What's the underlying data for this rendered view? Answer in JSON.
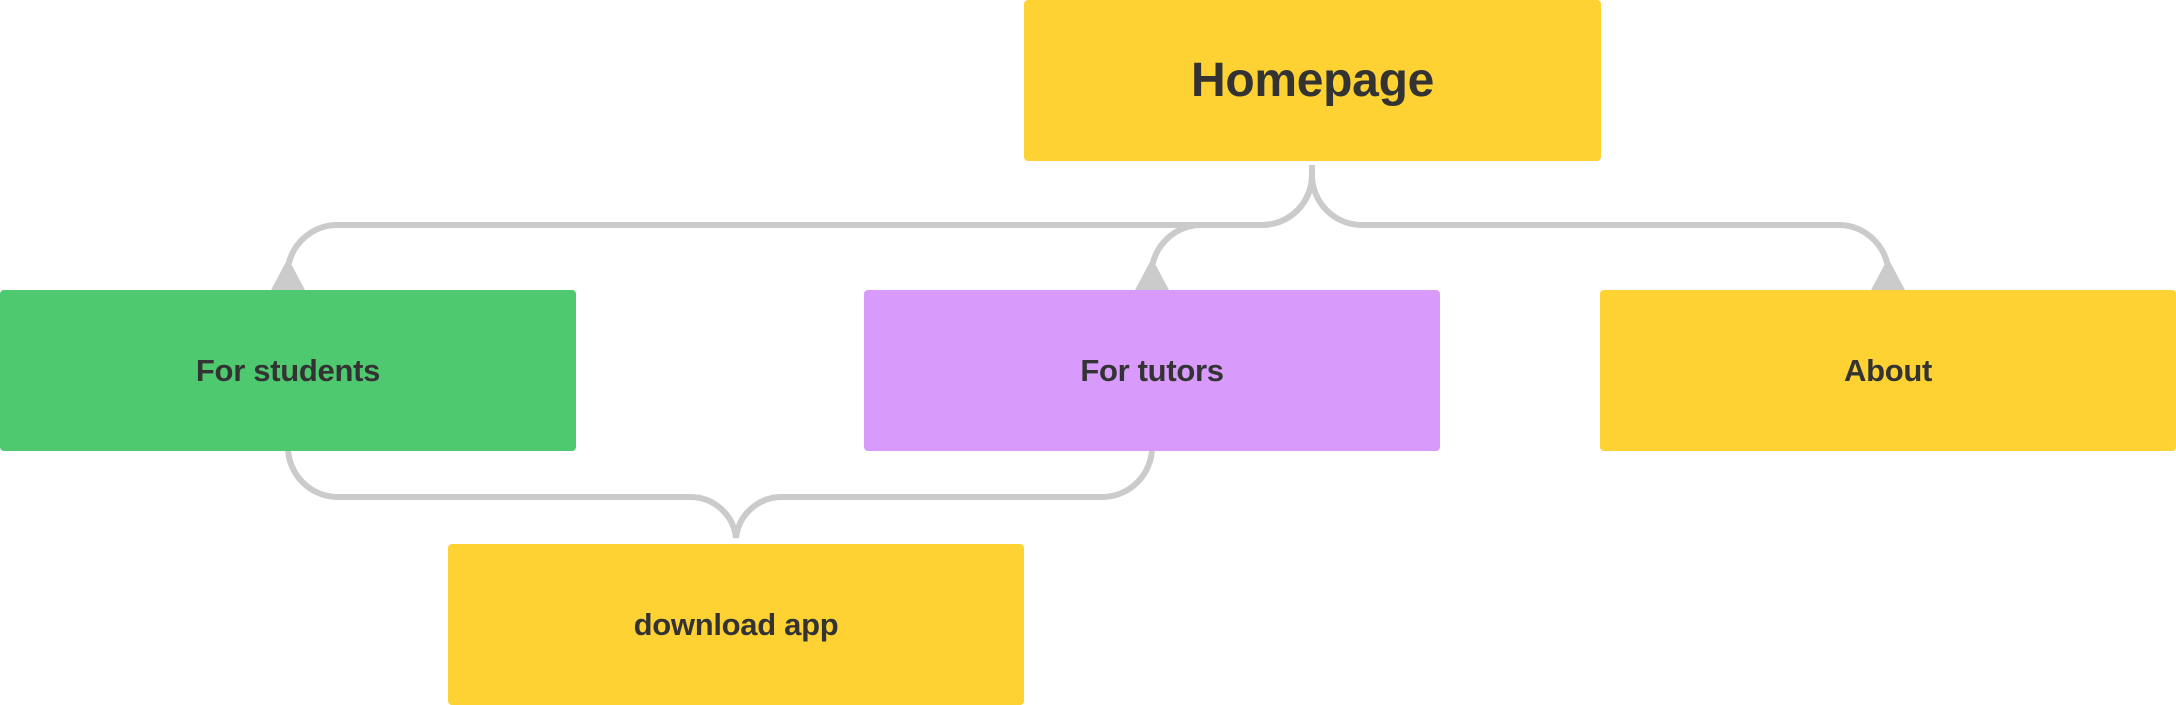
{
  "colors": {
    "yellow": "#FFD233",
    "green": "#4FC970",
    "purple": "#D89BFC",
    "connector": "#CBCBCB",
    "text": "#333333"
  },
  "nodes": {
    "homepage": {
      "label": "Homepage",
      "color": "#FFD233"
    },
    "students": {
      "label": "For students",
      "color": "#4FC970"
    },
    "tutors": {
      "label": "For tutors",
      "color": "#D89BFC"
    },
    "about": {
      "label": "About",
      "color": "#FFD233"
    },
    "download": {
      "label": "download app",
      "color": "#FFD233"
    }
  },
  "edges": [
    {
      "from": "homepage",
      "to": "students"
    },
    {
      "from": "homepage",
      "to": "tutors"
    },
    {
      "from": "homepage",
      "to": "about"
    },
    {
      "from": "students",
      "to": "download"
    },
    {
      "from": "tutors",
      "to": "download"
    }
  ]
}
